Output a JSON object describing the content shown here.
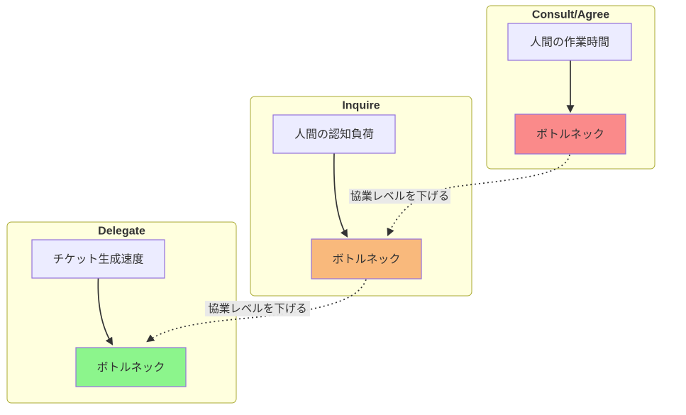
{
  "diagram": {
    "type": "flowchart",
    "direction": "top-down",
    "subgraphs": [
      {
        "id": "consult-agree",
        "title": "Consult/Agree",
        "nodes": [
          {
            "id": "human-work-time",
            "label": "人間の作業時間"
          },
          {
            "id": "bottleneck-consult",
            "label": "ボトルネック"
          }
        ]
      },
      {
        "id": "inquire",
        "title": "Inquire",
        "nodes": [
          {
            "id": "human-cognitive-load",
            "label": "人間の認知負荷"
          },
          {
            "id": "bottleneck-inquire",
            "label": "ボトルネック"
          }
        ]
      },
      {
        "id": "delegate",
        "title": "Delegate",
        "nodes": [
          {
            "id": "ticket-generation-speed",
            "label": "チケット生成速度"
          },
          {
            "id": "bottleneck-delegate",
            "label": "ボトルネック"
          }
        ]
      }
    ],
    "edges": [
      {
        "from": "人間の作業時間",
        "to": "ボトルネック (Consult/Agree)",
        "type": "solid",
        "label": ""
      },
      {
        "from": "人間の認知負荷",
        "to": "ボトルネック (Inquire)",
        "type": "solid",
        "label": ""
      },
      {
        "from": "チケット生成速度",
        "to": "ボトルネック (Delegate)",
        "type": "solid",
        "label": ""
      },
      {
        "from": "ボトルネック (Consult/Agree)",
        "to": "ボトルネック (Inquire)",
        "type": "dotted",
        "label": "協業レベルを下げる"
      },
      {
        "from": "ボトルネック (Inquire)",
        "to": "ボトルネック (Delegate)",
        "type": "dotted",
        "label": "協業レベルを下げる"
      }
    ],
    "colors": {
      "subgraph_fill": "#ffffde",
      "subgraph_border": "#aaaa33",
      "node_fill_default": "#ececff",
      "node_border": "#9370db",
      "bottleneck_consult_fill": "#fa8a8a",
      "bottleneck_inquire_fill": "#f9b97c",
      "bottleneck_delegate_fill": "#8cf58c",
      "edge_color": "#333333",
      "edge_label_bg": "#e8e8e8",
      "text_color": "#333333"
    }
  }
}
